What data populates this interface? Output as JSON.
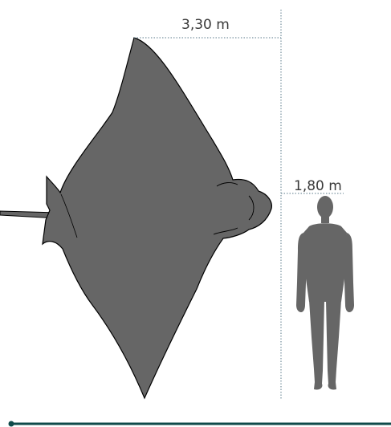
{
  "labels": {
    "ray_span": "3,30 m",
    "human_height": "1,80 m"
  },
  "colors": {
    "silhouette": "#666666",
    "outline": "#000000",
    "dim_line": "#5a7a8a",
    "label": "#3a3a3a",
    "bottom_bar": "#0f4a4a"
  },
  "icons": {
    "ray": "manta-ray-silhouette",
    "person": "human-silhouette"
  }
}
